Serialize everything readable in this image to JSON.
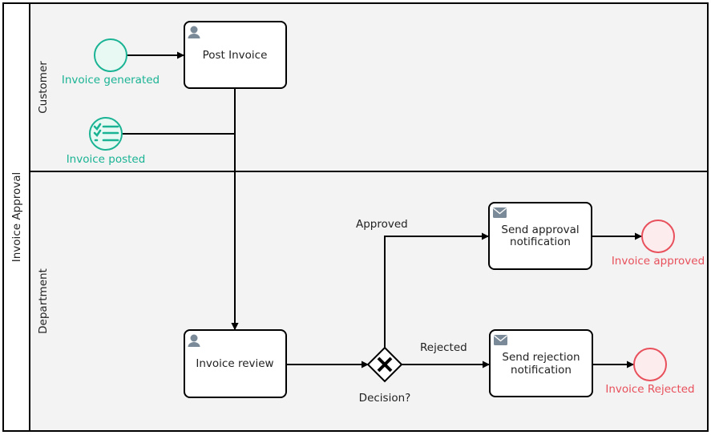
{
  "pool": {
    "name": "Invoice Approval",
    "lanes": [
      "Customer",
      "Department"
    ]
  },
  "tasks": {
    "post_invoice": "Post Invoice",
    "invoice_review": "Invoice review",
    "send_approval": [
      "Send approval",
      "notification"
    ],
    "send_rejection": [
      "Send rejection",
      "notification"
    ]
  },
  "events": {
    "start_generated": "Invoice generated",
    "start_posted": "Invoice posted",
    "end_approved": "Invoice approved",
    "end_rejected": "Invoice Rejected"
  },
  "gateway": {
    "label": "Decision?"
  },
  "flows": {
    "approved": "Approved",
    "rejected": "Rejected"
  },
  "colors": {
    "start_event": "#1ab394",
    "end_event": "#e8505b",
    "lane_background": "#f3f3f3",
    "stroke": "#000000",
    "task_icon": "#7a8a98"
  },
  "icons": {
    "task_user": "user-icon",
    "task_send": "envelope-icon",
    "conditional_start": "list-icon",
    "gateway": "exclusive-x-icon"
  }
}
